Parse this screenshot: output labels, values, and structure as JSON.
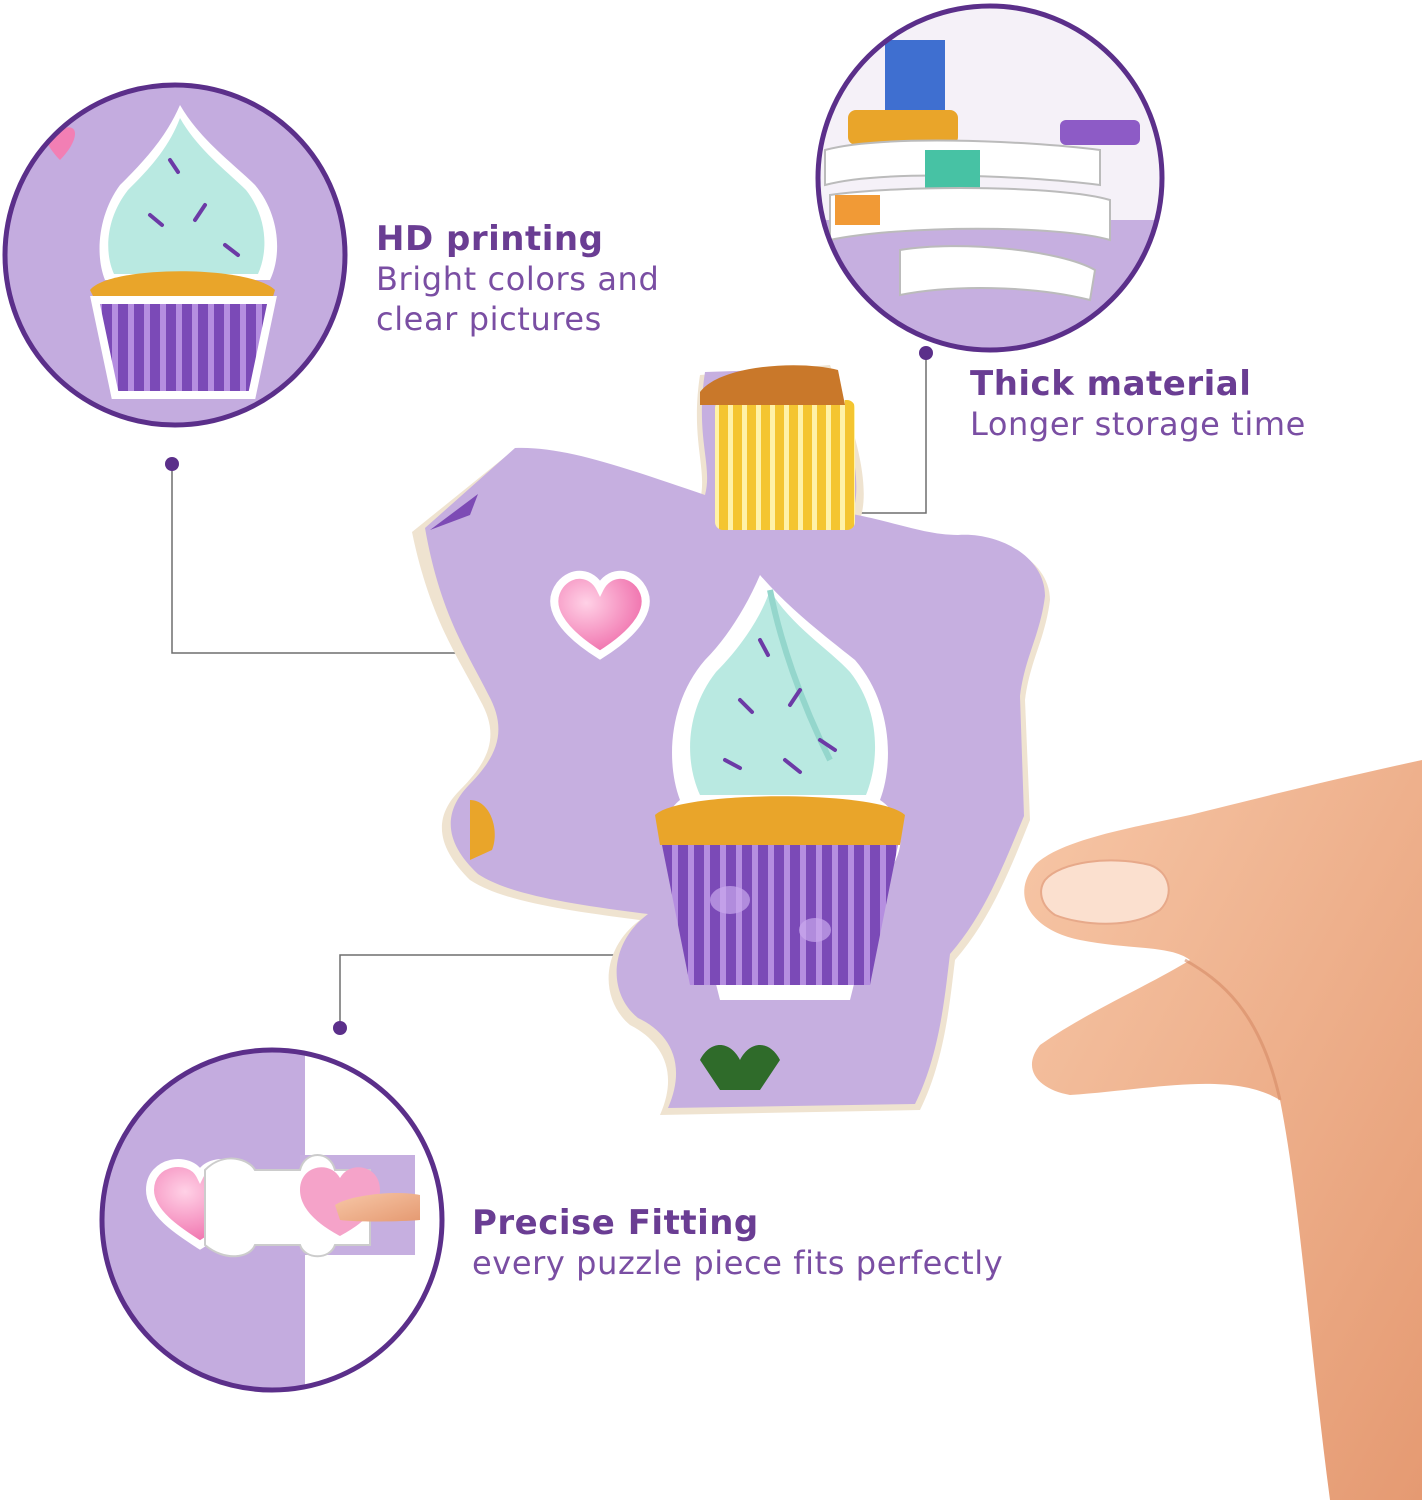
{
  "features": {
    "hd": {
      "title": "HD printing",
      "desc_line1": "Bright colors and",
      "desc_line2": "clear pictures"
    },
    "thick": {
      "title": "Thick material",
      "desc": "Longer storage time"
    },
    "fit": {
      "title": "Precise Fitting",
      "desc": "every puzzle piece fits perfectly"
    }
  },
  "colors": {
    "accent": "#6a3d93",
    "lilac": "#c9b1df",
    "frosting": "#b9e9e1",
    "cake": "#e9a52a",
    "wrapper": "#7d4bb5",
    "heart": "#f27fb4",
    "skin": "#f2b48f"
  }
}
